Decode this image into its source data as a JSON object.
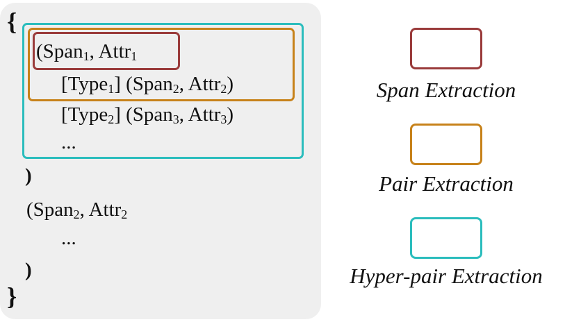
{
  "colors": {
    "span": "#9a3b3b",
    "pair": "#c7821a",
    "hyper": "#2bbdbd",
    "panel": "#efefef"
  },
  "structure": {
    "open_brace": "{",
    "close_brace": "}",
    "line1": {
      "open": "(",
      "a": "Span",
      "a_sub": "1",
      "sep": ", Attr",
      "b_sub": "1"
    },
    "line2": {
      "a": "[Type",
      "a_sub": "1",
      "mid": "] (Span",
      "b_sub": "2",
      "sep": ", Attr",
      "c_sub": "2",
      "close": ")"
    },
    "line3": {
      "a": "[Type",
      "a_sub": "2",
      "mid": "] (Span",
      "b_sub": "3",
      "sep": ", Attr",
      "c_sub": "3",
      "close": ")"
    },
    "ellipsis1": "...",
    "close_paren1": ")",
    "line4": {
      "open": "(",
      "a": "Span",
      "a_sub": "2",
      "sep": ", Attr",
      "b_sub": "2"
    },
    "ellipsis2": "...",
    "close_paren2": ")"
  },
  "legend": [
    {
      "label": "Span Extraction",
      "color_key": "span"
    },
    {
      "label": "Pair Extraction",
      "color_key": "pair"
    },
    {
      "label": "Hyper-pair Extraction",
      "color_key": "hyper"
    }
  ]
}
